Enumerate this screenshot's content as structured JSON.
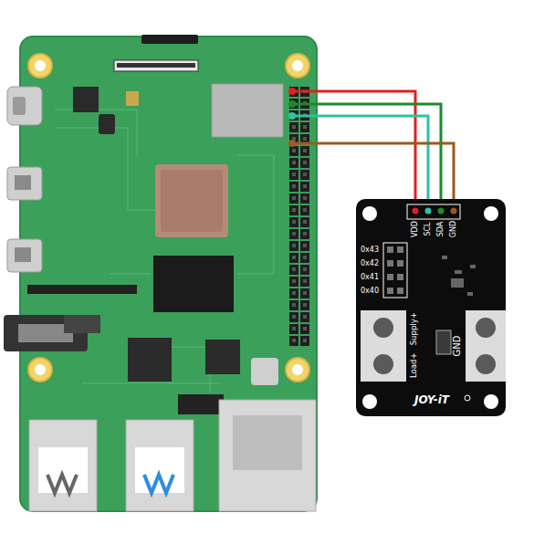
{
  "diagram": {
    "labels": [
      "VDD",
      "SCL",
      "SDA",
      "GND",
      "0x43",
      "0x42",
      "0x41",
      "0x40",
      "Supply+",
      "Load+",
      "GND",
      "JOY-iT"
    ]
  }
}
